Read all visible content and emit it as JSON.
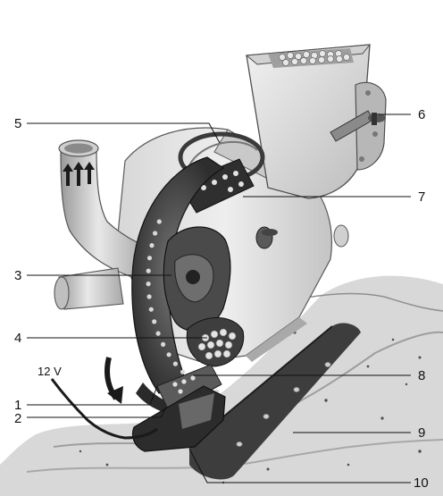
{
  "diagram": {
    "labels": {
      "n1": "1",
      "n2": "2",
      "n3": "3",
      "n4": "4",
      "n5": "5",
      "n6": "6",
      "n7": "7",
      "n8": "8",
      "n9": "9",
      "n10": "10"
    },
    "voltage_label": "12 V",
    "colors": {
      "metal_light": "#e6e6e6",
      "metal_mid": "#bdbdbd",
      "metal_dark": "#7d7d7d",
      "disc_dark": "#3b3b3b",
      "seed": "#d9d9d9",
      "soil": "#cfcfcf",
      "soil_dark": "#5a5a5a",
      "line": "#111111"
    }
  }
}
